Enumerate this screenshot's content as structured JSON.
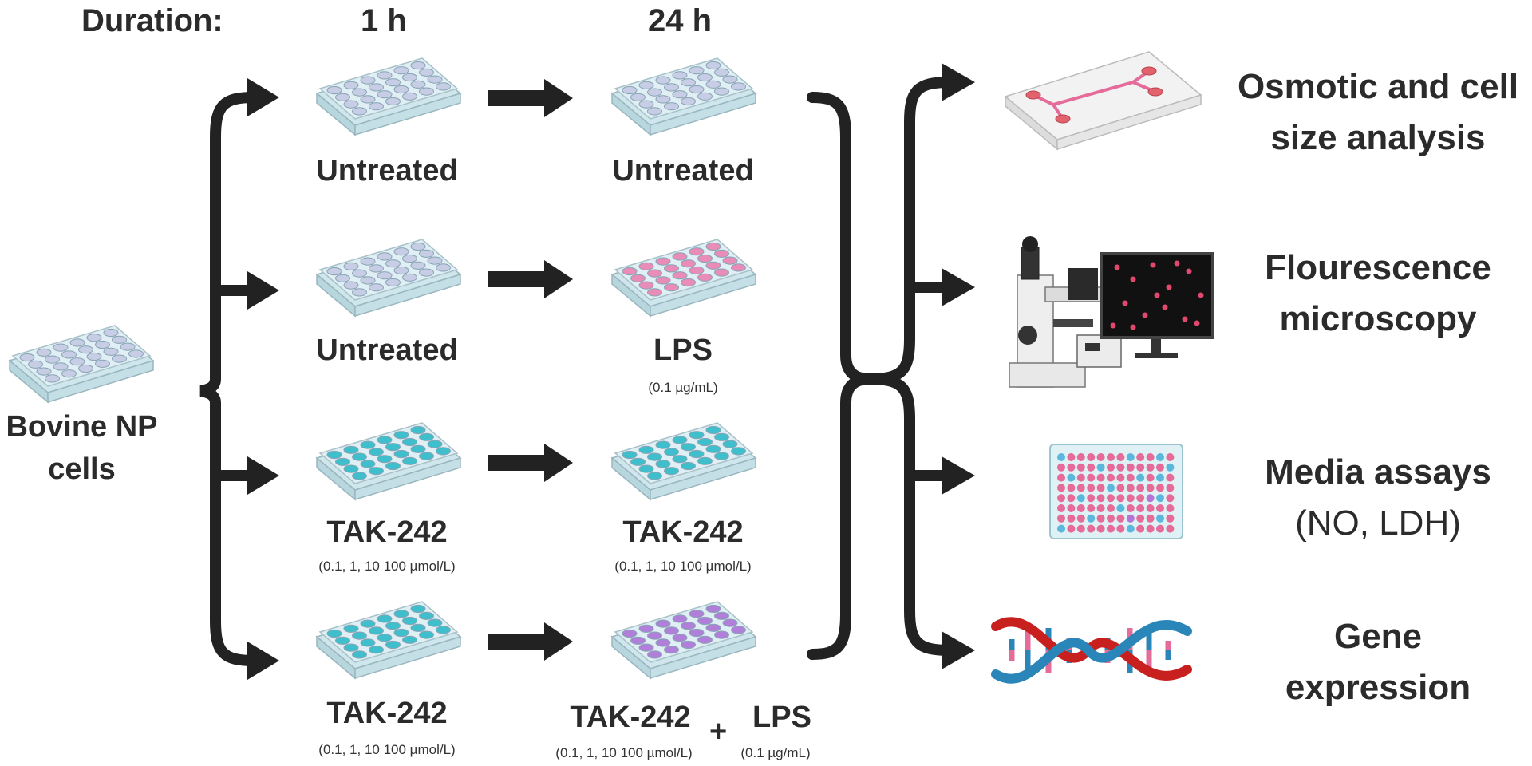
{
  "header": {
    "duration_label": "Duration:",
    "col_1h": "1 h",
    "col_24h": "24 h"
  },
  "source": {
    "label_line1": "Bovine NP",
    "label_line2": "cells",
    "plate_color": "#c8cde6"
  },
  "rows": [
    {
      "step1": {
        "label": "Untreated",
        "sub": "",
        "color": "#c8cde6"
      },
      "step2": {
        "label": "Untreated",
        "sub": "",
        "color": "#c8cde6"
      }
    },
    {
      "step1": {
        "label": "Untreated",
        "sub": "",
        "color": "#c8cde6"
      },
      "step2": {
        "label": "LPS",
        "sub": "(0.1 µg/mL)",
        "color": "#e98cb8"
      }
    },
    {
      "step1": {
        "label": "TAK-242",
        "sub": "(0.1, 1, 10 100 µmol/L)",
        "color": "#3fbfcc"
      },
      "step2": {
        "label": "TAK-242",
        "sub": "(0.1, 1, 10 100 µmol/L)",
        "color": "#3fbfcc"
      }
    },
    {
      "step1": {
        "label": "TAK-242",
        "sub": "(0.1, 1, 10 100 µmol/L)",
        "color": "#3fbfcc"
      },
      "step2": {
        "label": "TAK-242",
        "sub": "(0.1, 1, 10 100 µmol/L)",
        "plus": "+",
        "label2": "LPS",
        "sub2": "(0.1 µg/mL)",
        "color": "#b07fd9"
      }
    }
  ],
  "outputs": [
    {
      "line1": "Osmotic and cell",
      "line2": "size analysis",
      "icon": "microfluidic-chip-icon"
    },
    {
      "line1": "Flourescence",
      "line2": "microscopy",
      "icon": "microscope-icon"
    },
    {
      "line1": "Media assays",
      "line2": "(NO, LDH)",
      "icon": "well-plate-96-icon"
    },
    {
      "line1": "Gene",
      "line2": "expression",
      "icon": "dna-icon"
    }
  ],
  "colors": {
    "arrow": "#222222",
    "plate_body": "#dfeff3",
    "pink": "#e56b9a",
    "blue": "#2a86b8",
    "red": "#c8201f"
  }
}
